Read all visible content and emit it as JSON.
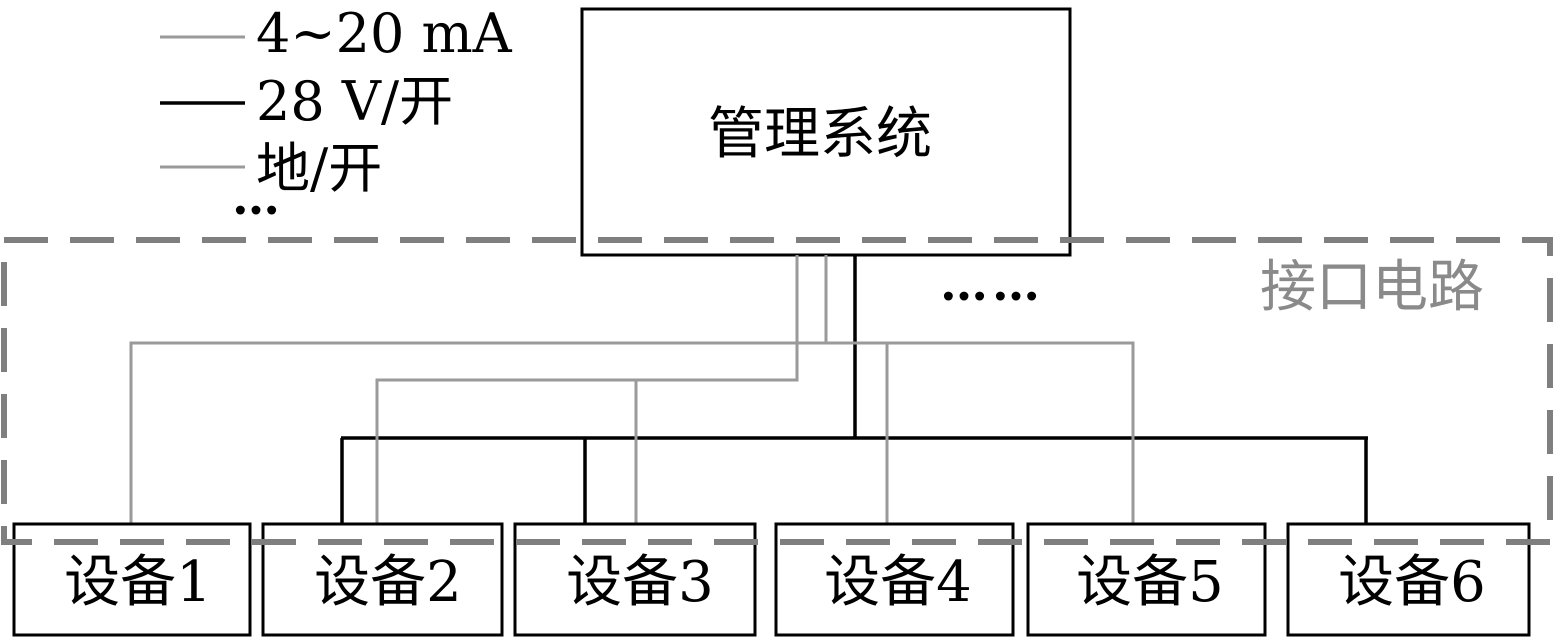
{
  "legend": {
    "items": [
      {
        "label": "4~20 mA",
        "color": "#9a9a9a"
      },
      {
        "label": "28 V/开",
        "color": "#000000"
      },
      {
        "label": "地/开",
        "color": "#9a9a9a"
      }
    ],
    "more": "…"
  },
  "management_system": {
    "label": "管理系统"
  },
  "interface_boundary": {
    "label": "接口电路",
    "color": "#7f7f7f"
  },
  "more_connections": "……",
  "devices": [
    {
      "label": "设备1"
    },
    {
      "label": "设备2"
    },
    {
      "label": "设备3"
    },
    {
      "label": "设备4"
    },
    {
      "label": "设备5"
    },
    {
      "label": "设备6"
    }
  ],
  "colors": {
    "gray_wire": "#9a9a9a",
    "black_wire": "#000000",
    "box_stroke": "#000000"
  }
}
